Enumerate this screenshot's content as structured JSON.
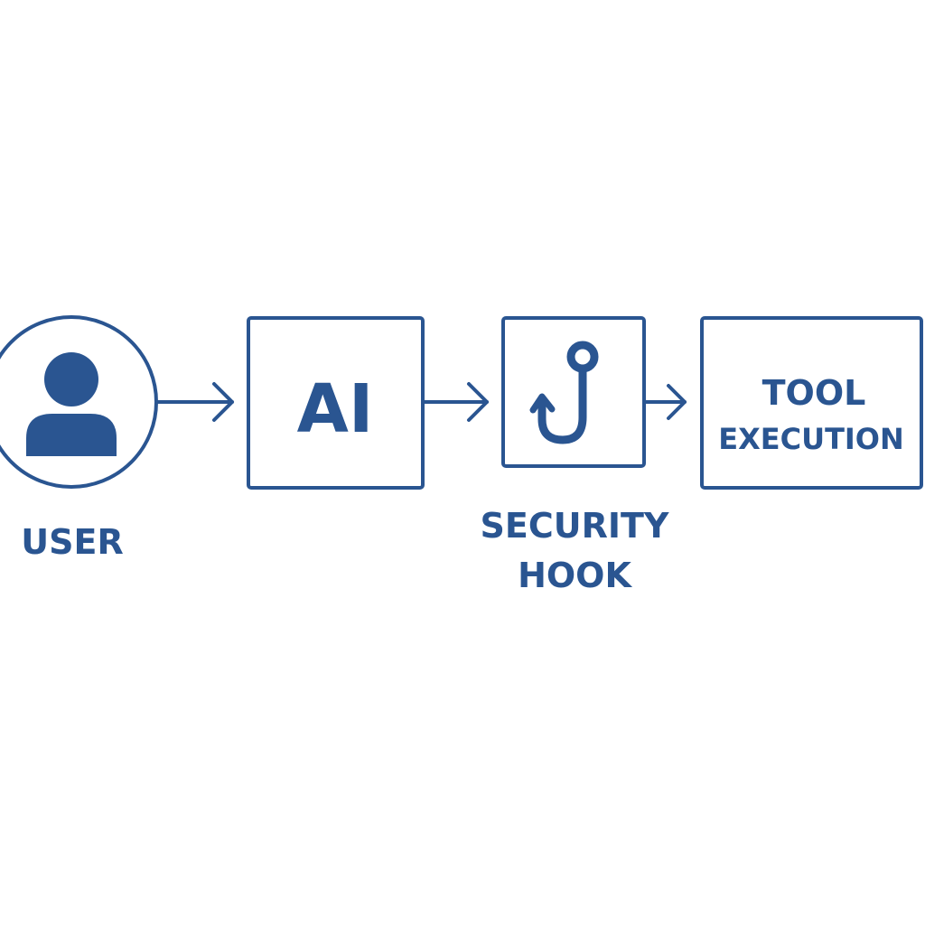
{
  "colors": {
    "primary": "#2a5591",
    "background": "#ffffff"
  },
  "nodes": {
    "user": {
      "label": "USER",
      "icon": "user-icon"
    },
    "ai": {
      "label": "AI"
    },
    "security_hook": {
      "label_line1": "SECURITY",
      "label_line2": "HOOK",
      "icon": "hook-icon"
    },
    "tool_execution": {
      "label_line1": "TOOL",
      "label_line2": "EXECUTION"
    }
  },
  "edges": [
    {
      "from": "user",
      "to": "ai"
    },
    {
      "from": "ai",
      "to": "security_hook"
    },
    {
      "from": "security_hook",
      "to": "tool_execution"
    }
  ]
}
